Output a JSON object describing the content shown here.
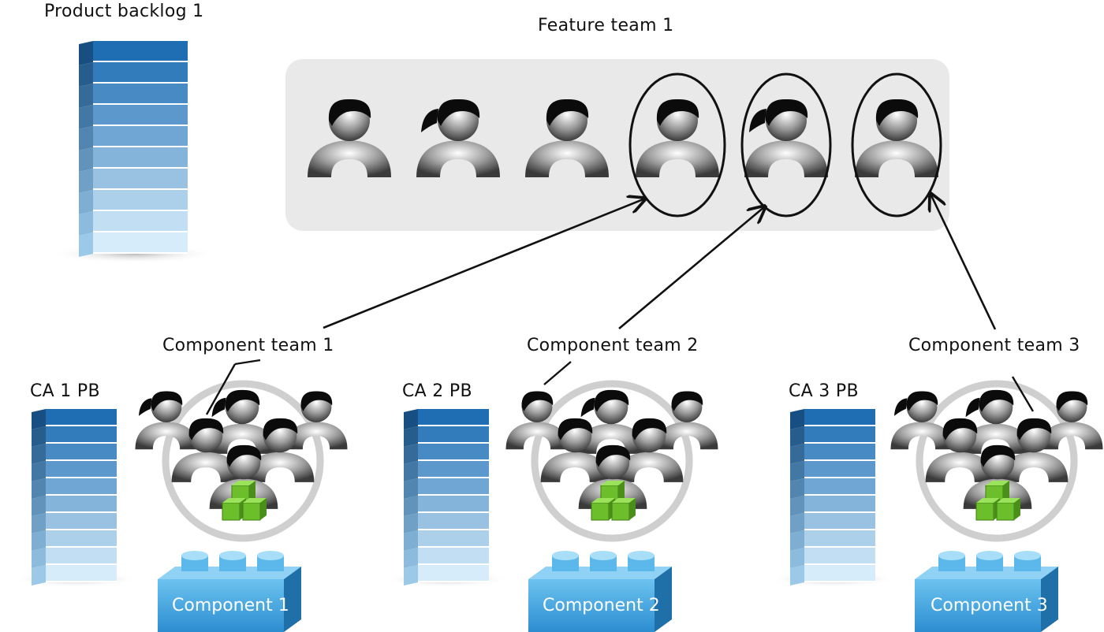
{
  "product_backlog": {
    "label": "Product backlog 1"
  },
  "feature_team": {
    "label": "Feature team 1"
  },
  "component_teams": [
    {
      "team_label": "Component team 1",
      "backlog_label": "CA 1 PB",
      "component_label": "Component 1"
    },
    {
      "team_label": "Component team 2",
      "backlog_label": "CA 2 PB",
      "component_label": "Component 2"
    },
    {
      "team_label": "Component team 3",
      "backlog_label": "CA 3 PB",
      "component_label": "Component 3"
    }
  ],
  "colors": {
    "feature_box": "#e8e8e8",
    "backlog_dark": "#1f6eb3",
    "backlog_light": "#d6ecfa",
    "brick": "#3b9fdc",
    "cube": "#6cbf2a"
  }
}
